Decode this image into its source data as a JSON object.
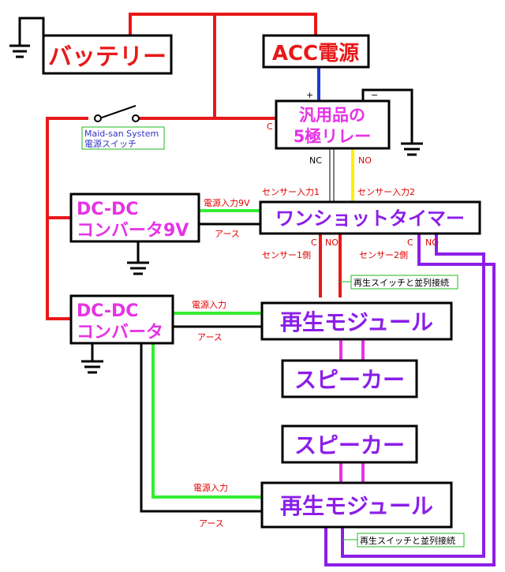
{
  "colors": {
    "red": "#e81818",
    "black": "#000000",
    "green": "#33ee33",
    "blue": "#1a3cc8",
    "yellow": "#ffee00",
    "purple": "#8c1ee8",
    "magenta": "#e632e6",
    "label_red": "#e00000"
  },
  "components": {
    "battery": "バッテリー",
    "acc": "ACC電源",
    "relay_line1": "汎用品の",
    "relay_line2": "5極リレー",
    "dcdc9_line1": "DC-DC",
    "dcdc9_line2": "コンバータ9V",
    "timer": "ワンショットタイマー",
    "dcdc_line1": "DC-DC",
    "dcdc_line2": "コンバータ",
    "player1": "再生モジュール",
    "speaker1": "スピーカー",
    "speaker2": "スピーカー",
    "player2": "再生モジュール"
  },
  "labels": {
    "switch_line1": "Maid-san System",
    "switch_line2": "電源スイッチ",
    "plus": "+",
    "minus": "−",
    "relay_c": "C",
    "nc": "NC",
    "no": "NO",
    "sensor_in1": "センサー入力1",
    "sensor_in2": "センサー入力2",
    "power_in_9v": "電源入力9V",
    "earth_9v": "アース",
    "timer_c1": "C",
    "timer_no1": "NO",
    "sensor1_side": "センサー1側",
    "timer_c2": "C",
    "timer_no2": "NO",
    "sensor2_side": "センサー2側",
    "parallel1": "再生スイッチと並列接続",
    "power_in1": "電源入力",
    "earth1": "アース",
    "power_in2": "電源入力",
    "earth2": "アース",
    "parallel2": "再生スイッチと並列接続"
  }
}
